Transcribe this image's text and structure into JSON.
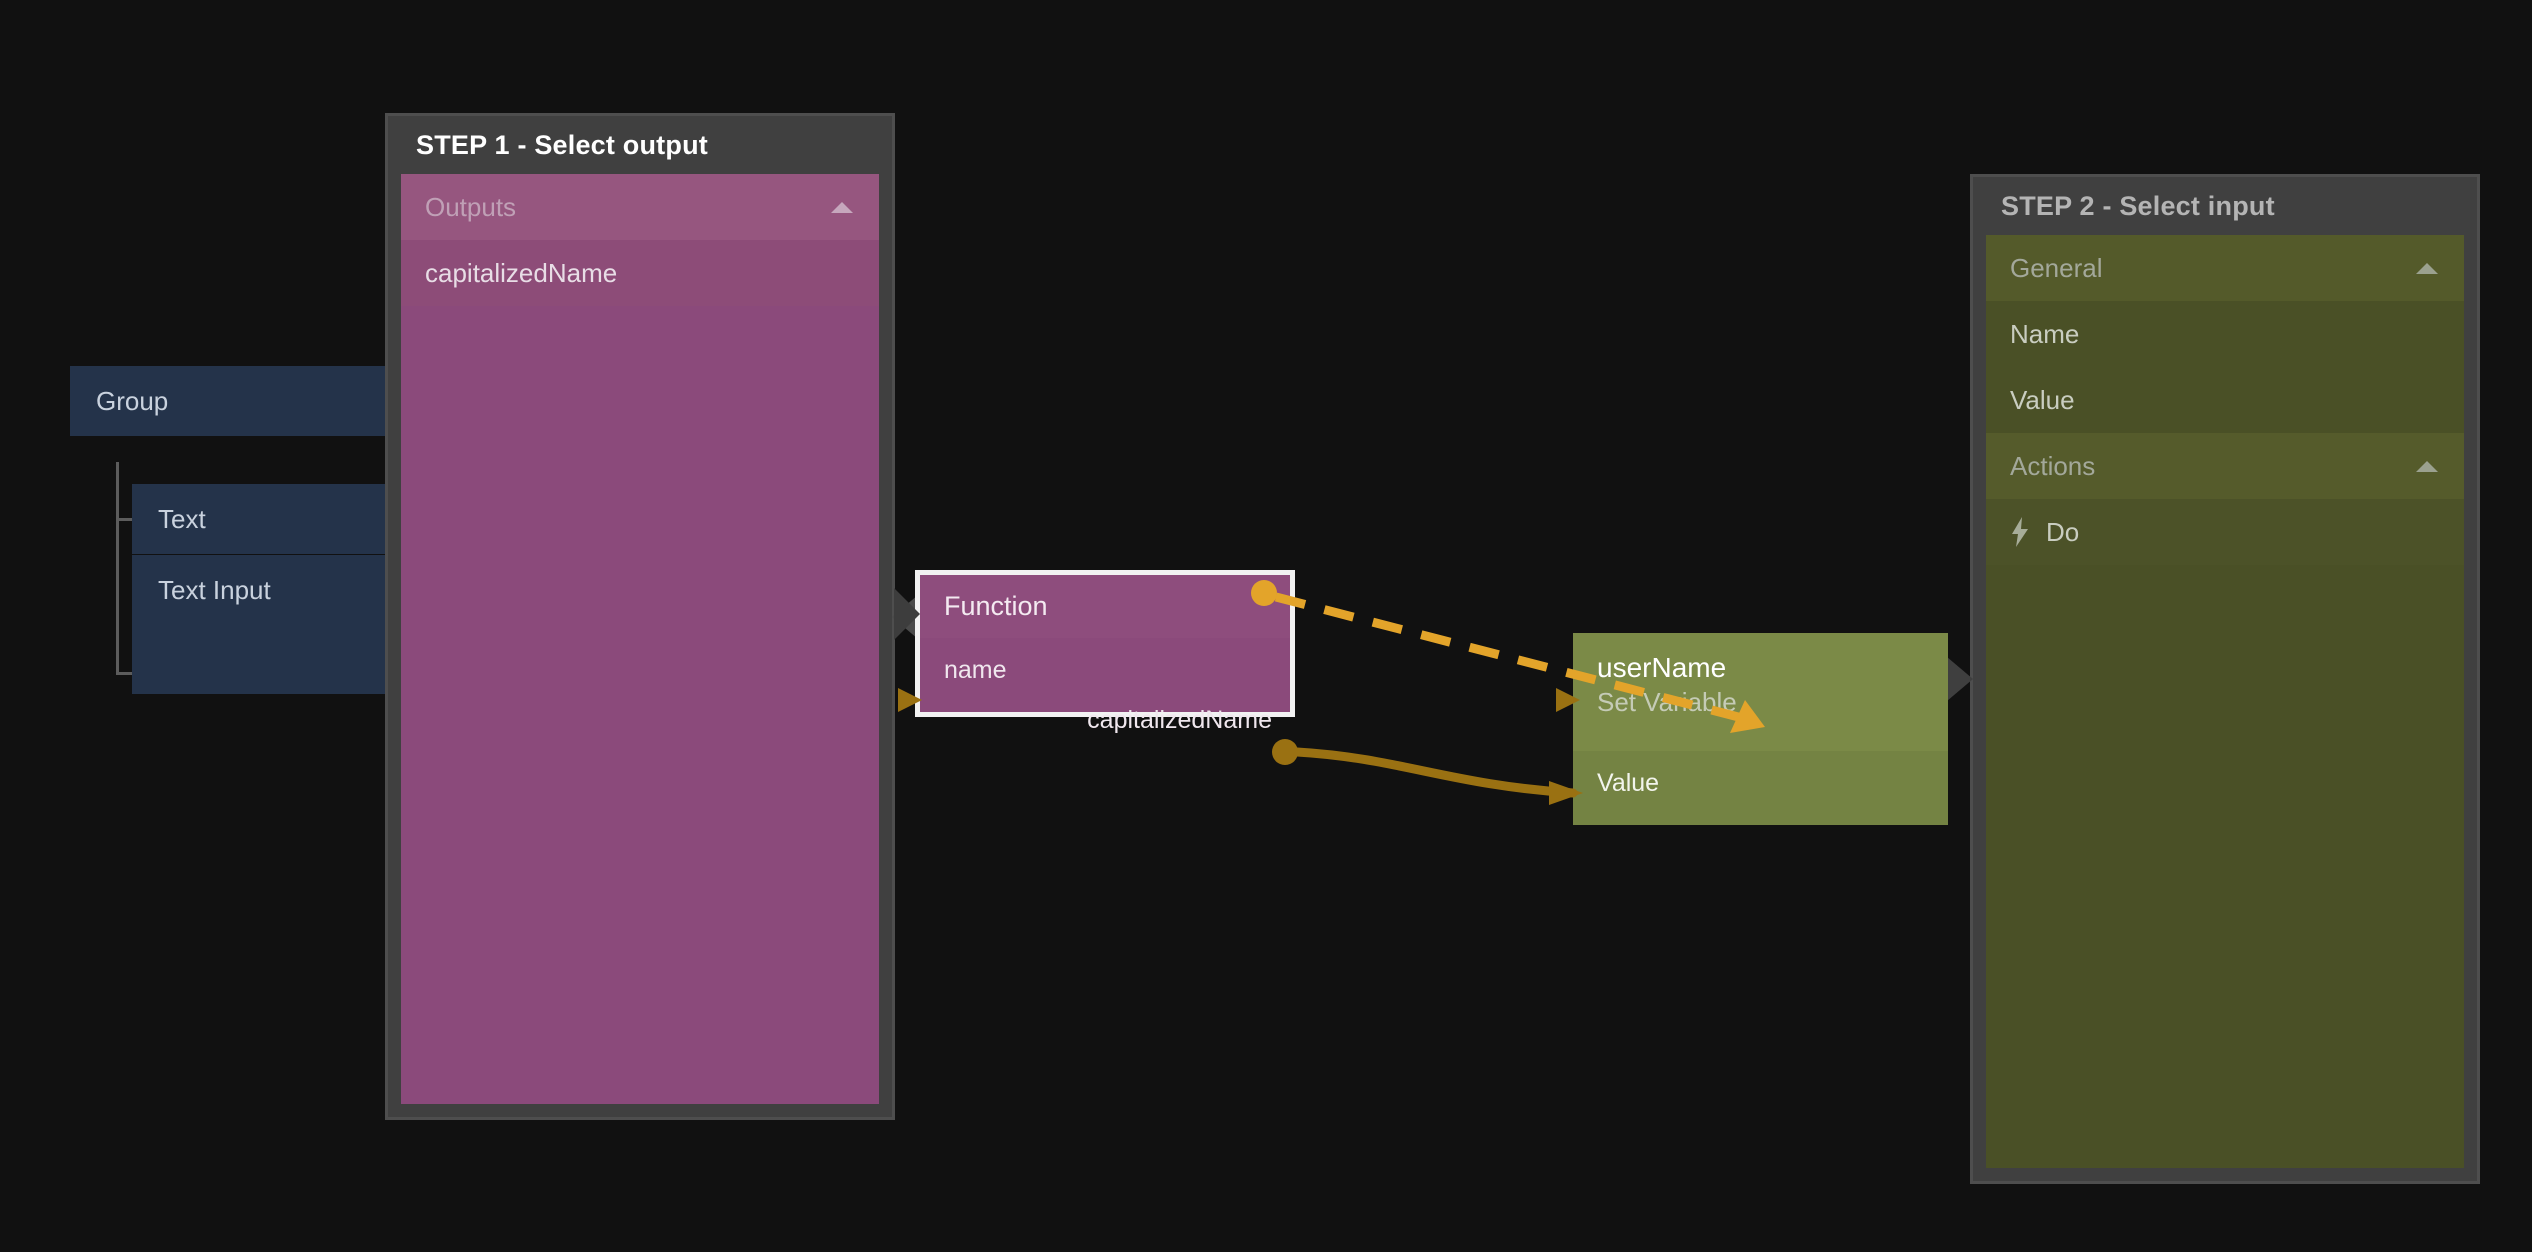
{
  "colors": {
    "canvas_background": "#111111",
    "panel_frame": "#404040",
    "step1_accent": "#8b4a7b",
    "step2_accent": "#4a5026",
    "function_node": "#8b4a7b",
    "set_variable_node": "#7b8a47",
    "tree_node": "#24334a",
    "exec_wire": "#e3a42a",
    "data_wire": "#9a7112"
  },
  "step1": {
    "title": "STEP 1 - Select output",
    "sections": [
      {
        "header": "Outputs",
        "collapse_icon": "chevron-up-icon",
        "items": [
          "capitalizedName"
        ]
      }
    ]
  },
  "step2": {
    "title": "STEP 2 - Select input",
    "sections": [
      {
        "header": "General",
        "collapse_icon": "chevron-up-icon",
        "items": [
          "Name",
          "Value"
        ]
      },
      {
        "header": "Actions",
        "collapse_icon": "chevron-up-icon",
        "items": [
          "Do"
        ],
        "item_icon": "lightning-bolt-icon"
      }
    ]
  },
  "tree": {
    "root": "Group",
    "children": [
      "Text",
      "Text Input"
    ]
  },
  "function_node": {
    "title": "Function",
    "input_port": "name",
    "output_port": "capitalizedName",
    "exec_in_icon": "exec-in-triangle-icon",
    "exec_out_icon": "exec-out-dot-icon",
    "data_in_icon": "data-in-arrow-icon",
    "data_out_icon": "data-out-dot-icon"
  },
  "set_variable_node": {
    "title": "userName",
    "subtitle": "Set Variable",
    "input_port": "Value",
    "exec_in_icon": "exec-in-arrow-icon",
    "data_in_icon": "data-in-arrow-icon"
  },
  "connections": [
    {
      "name": "exec-connection",
      "from": "function_node.exec_out",
      "to": "set_variable_node.exec_in",
      "style": "dashed",
      "color": "#e3a42a"
    },
    {
      "name": "data-connection",
      "from": "function_node.capitalizedName",
      "to": "set_variable_node.Value",
      "style": "solid",
      "color": "#9a7112"
    }
  ]
}
